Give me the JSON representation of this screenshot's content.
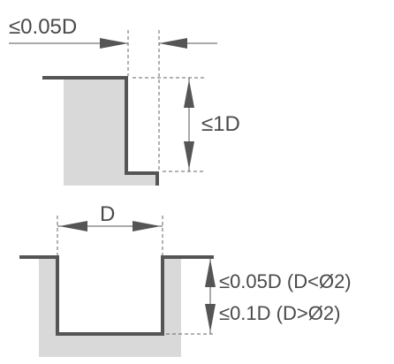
{
  "labels": {
    "top_offset": "≤0.05D",
    "top_depth": "≤1D",
    "bottom_width": "D",
    "bottom_tol_small": "≤0.05D (D<Ø2)",
    "bottom_tol_large": "≤0.1D (D>Ø2)"
  },
  "colors": {
    "material": "#d9d9d9",
    "outline": "#555555",
    "text": "#4a4a4a"
  }
}
